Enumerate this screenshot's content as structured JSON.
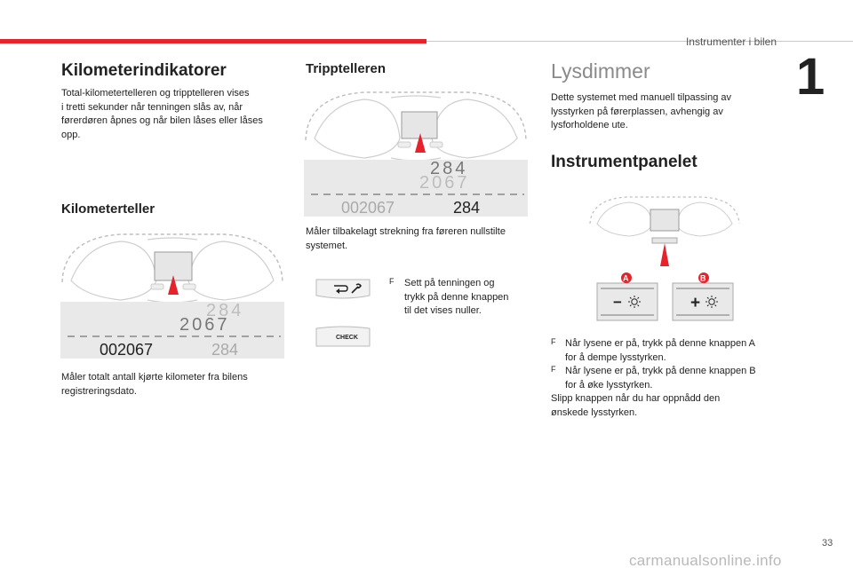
{
  "header": {
    "chapter_title": "Instrumenter i bilen",
    "chapter_number": "1"
  },
  "col1": {
    "title": "Kilometerindikatorer",
    "intro": "Total-kilometertelleren og tripptelleren vises i tretti sekunder når tenningen slås av, når førerdøren åpnes og når bilen låses eller låses opp.",
    "intro_lines": [
      "Total-kilometertelleren og tripptelleren vises",
      "i tretti sekunder når tenningen slås av, når",
      "førerdøren åpnes og når bilen låses eller låses",
      "opp."
    ],
    "subtitle": "Kilometerteller",
    "display": {
      "upper_line1": "284",
      "upper_line2": "2067",
      "lower_left": "002067",
      "lower_right": "284"
    },
    "caption_lines": [
      "Måler totalt antall kjørte kilometer fra bilens",
      "registreringsdato."
    ]
  },
  "col2": {
    "title": "Tripptelleren",
    "display": {
      "upper_line1": "284",
      "upper_line2": "2067",
      "lower_left": "002067",
      "lower_right": "284"
    },
    "caption_lines": [
      "Måler tilbakelagt strekning fra føreren nullstilte",
      "systemet."
    ],
    "bullet_marker": "F",
    "bullet_lines": [
      "Sett på tenningen og",
      "trykk på denne knappen",
      "til det vises nuller."
    ],
    "check_label": "CHECK"
  },
  "col3": {
    "title": "Lysdimmer",
    "intro_lines": [
      "Dette systemet med manuell tilpassing av",
      "lysstyrken på førerplassen, avhengig av",
      "lysforholdene ute."
    ],
    "subtitle": "Instrumentpanelet",
    "button_a_label": "A",
    "button_b_label": "B",
    "minus_sign": "−",
    "plus_sign": "+",
    "bullet_marker": "F",
    "bullets": [
      {
        "line1": "Når lysene er på, trykk på denne knappen A",
        "line2": "for å dempe lysstyrken."
      },
      {
        "line1": "Når lysene er på, trykk på denne knappen B",
        "line2": "for å øke lysstyrken."
      }
    ],
    "closing_lines": [
      "Slipp knappen når du har oppnådd den",
      "ønskede lysstyrken."
    ]
  },
  "footer": {
    "page_number": "33",
    "site": "carmanualsonline.info"
  },
  "colors": {
    "accent_red": "#e8222b",
    "title_grey": "#8a8a8a",
    "display_grey": "#e9e9e9"
  }
}
